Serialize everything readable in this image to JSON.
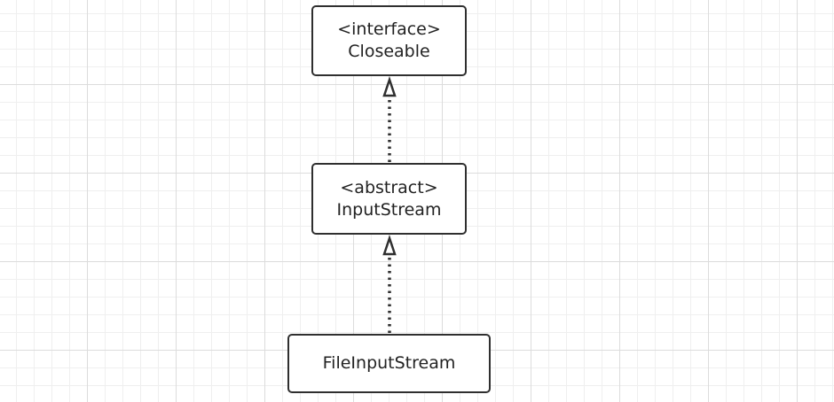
{
  "diagram": {
    "nodes": {
      "closeable": {
        "stereotype": "<interface>",
        "name": "Closeable"
      },
      "inputstream": {
        "stereotype": "<abstract>",
        "name": "InputStream"
      },
      "fileinputstream": {
        "name": "FileInputStream"
      }
    },
    "edges": [
      {
        "from": "inputstream",
        "to": "closeable",
        "style": "dotted",
        "arrowhead": "hollow-triangle"
      },
      {
        "from": "fileinputstream",
        "to": "inputstream",
        "style": "dotted",
        "arrowhead": "hollow-triangle"
      }
    ],
    "colors": {
      "stroke": "#2f2f2f",
      "text": "#222222",
      "grid_major": "#dcdcdc",
      "grid_minor": "#efefef"
    }
  }
}
